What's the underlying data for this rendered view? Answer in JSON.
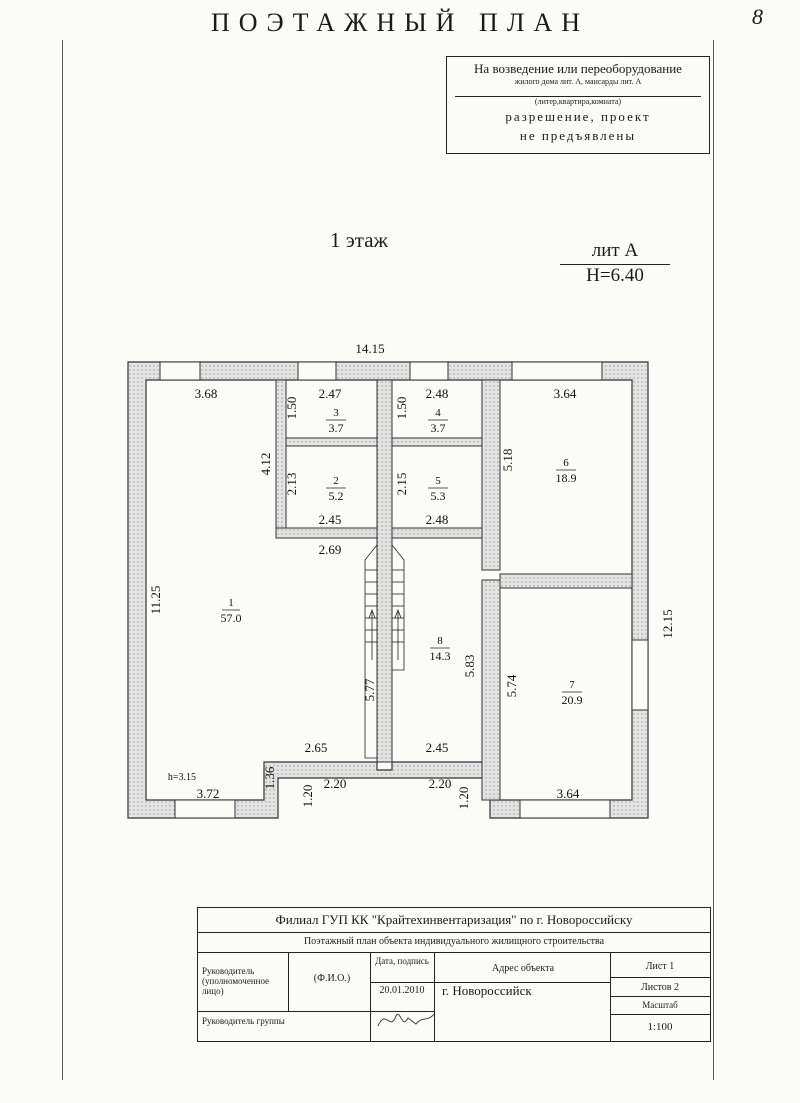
{
  "header": {
    "title": "ПОЭТАЖНЫЙ ПЛАН",
    "sheet_mark": "8"
  },
  "note_box": {
    "line1": "На возведение или переоборудование",
    "line2": "жилого дома лит. А, мансарды лит. А",
    "line3": "(литер,квартира,комната)",
    "line4": "разрешение, проект",
    "line5": "не предъявлены"
  },
  "floor": {
    "label": "1 этаж",
    "lit": "лит А",
    "height": "Н=6.40"
  },
  "plan": {
    "overall_width": "14.15",
    "overall_depth": "12.15",
    "dims": {
      "d_3_68": "3.68",
      "d_2_47": "2.47",
      "d_2_48_top": "2.48",
      "d_3_64_top": "3.64",
      "d_1_50_a": "1.50",
      "d_1_50_b": "1.50",
      "d_4_12": "4.12",
      "d_2_13": "2.13",
      "d_2_15": "2.15",
      "d_5_18": "5.18",
      "d_2_45_a": "2.45",
      "d_2_48_b": "2.48",
      "d_2_69": "2.69",
      "d_11_25": "11.25",
      "d_5_77": "5.77",
      "d_5_83": "5.83",
      "d_5_74": "5.74",
      "d_2_65": "2.65",
      "d_2_45_b": "2.45",
      "h_note": "h=3.15",
      "d_1_36": "1.36",
      "d_2_20_a": "2.20",
      "d_2_20_b": "2.20",
      "d_1_20_a": "1.20",
      "d_1_20_b": "1.20",
      "d_3_72": "3.72",
      "d_3_64_bottom": "3.64"
    },
    "rooms": [
      {
        "num": "1",
        "area": "57.0"
      },
      {
        "num": "2",
        "area": "5.2"
      },
      {
        "num": "3",
        "area": "3.7"
      },
      {
        "num": "4",
        "area": "3.7"
      },
      {
        "num": "5",
        "area": "5.3"
      },
      {
        "num": "6",
        "area": "18.9"
      },
      {
        "num": "7",
        "area": "20.9"
      },
      {
        "num": "8",
        "area": "14.3"
      }
    ]
  },
  "stamp": {
    "org": "Филиал ГУП КК \"Крайтехинвентаризация\" по г. Новороссийску",
    "doc": "Поэтажный план объекта индивидуального жилищного строительства",
    "head_label": "Руководитель (уполномоченное лицо)",
    "fio": "(Ф.И.О.)",
    "date_label": "Дата, подпись",
    "date": "20.01.2010",
    "address_label": "Адрес объекта",
    "address": "г. Новороссийск",
    "sheet": "Лист 1",
    "sheets": "Листов 2",
    "scale_label": "Масштаб",
    "scale": "1:100",
    "group_label": "Руководитель группы"
  }
}
